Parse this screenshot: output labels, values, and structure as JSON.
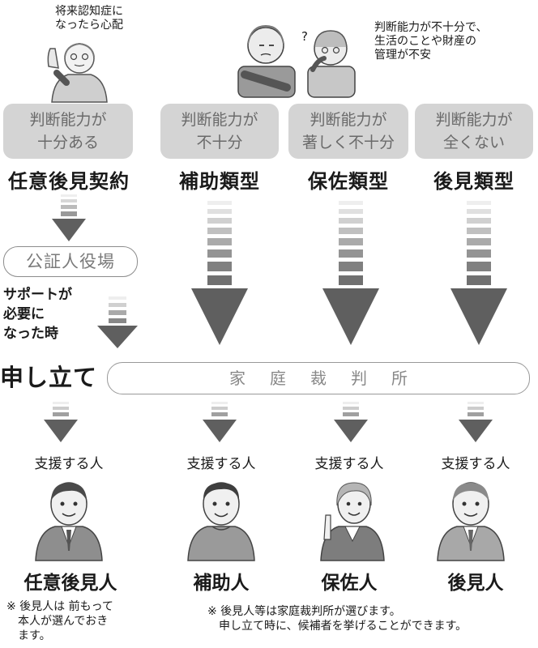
{
  "speech": {
    "top_left": "将来認知症に\nなったら心配",
    "top_right": "判断能力が不十分で、\n生活のことや財産の\n管理が不安",
    "question_mark": "?"
  },
  "columns": [
    {
      "ability": "判断能力が\n十分ある",
      "type": "任意後見契約",
      "supporter": "支援する人",
      "role": "任意後見人"
    },
    {
      "ability": "判断能力が\n不十分",
      "type": "補助類型",
      "supporter": "支援する人",
      "role": "補助人"
    },
    {
      "ability": "判断能力が\n著しく不十分",
      "type": "保佐類型",
      "supporter": "支援する人",
      "role": "保佐人"
    },
    {
      "ability": "判断能力が\n全くない",
      "type": "後見類型",
      "supporter": "支援する人",
      "role": "後見人"
    }
  ],
  "notary_office": "公証人役場",
  "support_needed": "サポートが\n必要に\nなった時",
  "application": "申し立て",
  "family_court": "家庭裁判所",
  "notes": {
    "left": "※ 後見人は 前もって\n　本人が選んでおき\n　ます。",
    "right": "※ 後見人等は家庭裁判所が選びます。\n　申し立て時に、候補者を挙げることができます。"
  },
  "colors": {
    "ability_box": "#d4d4d4",
    "arrow_dark": "#5f5f5f",
    "border": "#999999"
  }
}
